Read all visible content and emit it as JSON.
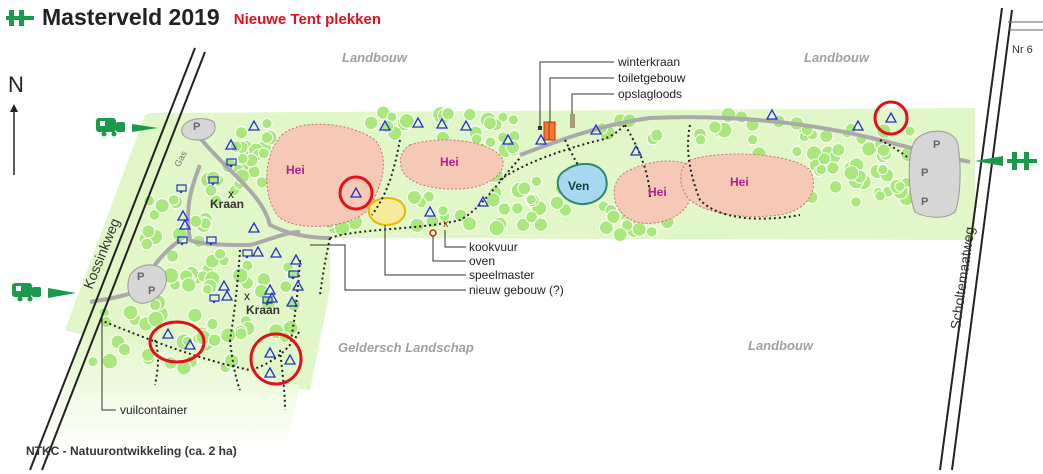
{
  "header": {
    "title": "Masterveld 2019",
    "subtitle": "Nieuwe Tent plekken"
  },
  "compass": {
    "label": "N"
  },
  "roads": {
    "left": "Kossinkweg",
    "right": "Scholtemaatweg",
    "house_number": "Nr 6"
  },
  "areas": {
    "top_left": "Landbouw",
    "top_right": "Landbouw",
    "bottom_middle": "Geldersch Landschap",
    "bottom_right": "Landbouw",
    "bottom_left": "NTKC - Natuurontwikkeling (ca. 2 ha)"
  },
  "features": {
    "hei": [
      "Hei",
      "Hei",
      "Hei",
      "Hei"
    ],
    "ven": "Ven",
    "kraan": [
      "Kraan",
      "Kraan"
    ],
    "parking": "P",
    "gas": "Gas"
  },
  "legend_right": [
    "winterkraan",
    "toiletgebouw",
    "opslagloods"
  ],
  "legend_bottom": [
    "kookvuur",
    "oven",
    "speelmaster",
    "nieuw gebouw (?)"
  ],
  "vuilcontainer": "vuilcontainer",
  "colors": {
    "grass": "#e2f7c8",
    "tree": "#a9e87c",
    "heath": "#f6c9b6",
    "water": "#a8d8f0",
    "highlight": "#e3101a",
    "brand": "#1a9a4a",
    "tent": "#2233cc"
  }
}
